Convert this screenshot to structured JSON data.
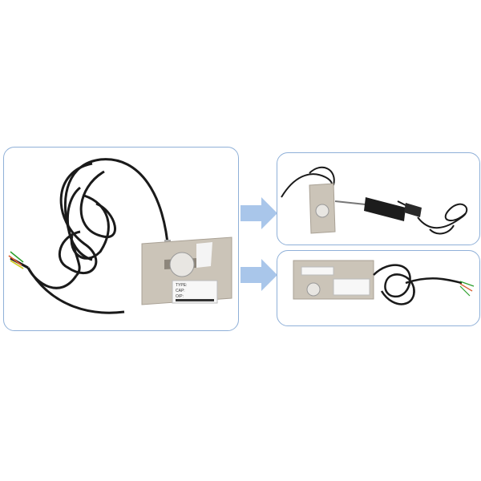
{
  "product": {
    "label_lines": [
      "TYPE:",
      "CAP:",
      "O/P:"
    ]
  },
  "colors": {
    "panel_border": "#8fb0d8",
    "arrow": "#a9c6ea",
    "metal": "#c9c2b6",
    "cable": "#1a1a1a"
  }
}
